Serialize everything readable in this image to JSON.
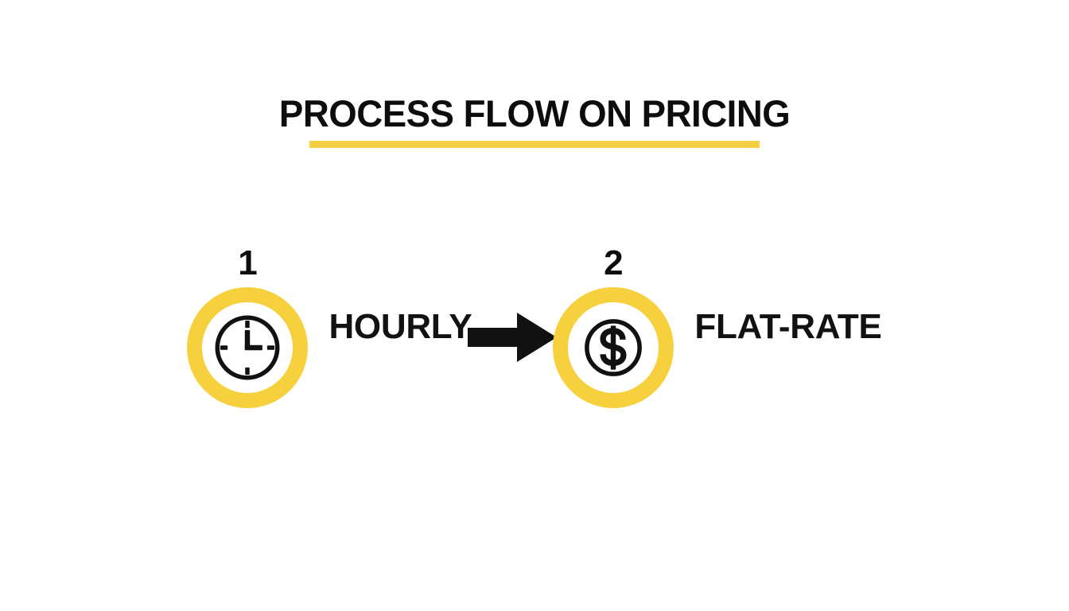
{
  "header": {
    "title": "PROCESS FLOW ON PRICING",
    "underline_color": "#f4d044"
  },
  "theme": {
    "background": "#ffffff",
    "accent_yellow": "#f7d13d",
    "text_black": "#0d0d0d"
  },
  "flow": {
    "steps": [
      {
        "number": "1",
        "label": "HOURLY",
        "icon": "clock-icon",
        "ring_color": "#f7d13d"
      },
      {
        "number": "2",
        "label": "FLAT-RATE",
        "icon": "dollar-coin-icon",
        "ring_color": "#f7d13d"
      }
    ],
    "connector": {
      "icon": "arrow-right-icon",
      "color": "#111111"
    }
  }
}
